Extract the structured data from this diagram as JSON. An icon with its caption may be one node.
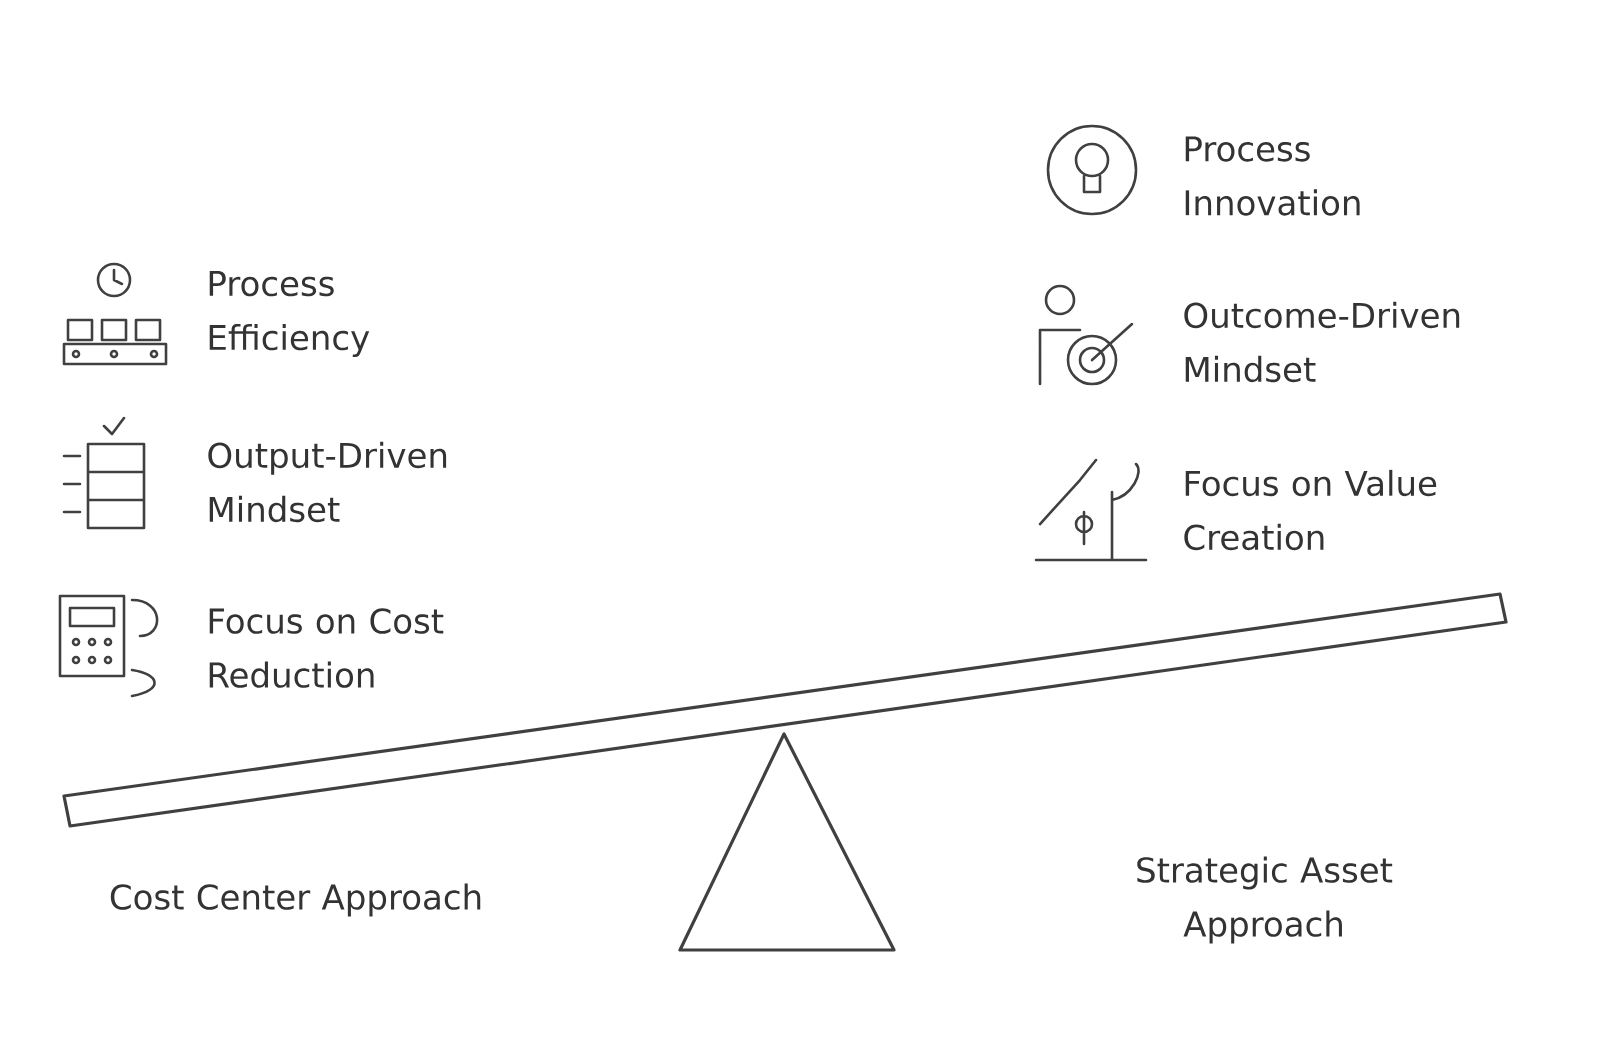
{
  "diagram": {
    "labels": [
      "Process Efficiency",
      "Output-Driven Mindset",
      "Focus on Cost Reduction",
      "Process Innovation",
      "Outcome-Driven Mindset",
      "Focus on Value Creation",
      "Cost Center Approach",
      "Strategic Asset Approach"
    ]
  }
}
